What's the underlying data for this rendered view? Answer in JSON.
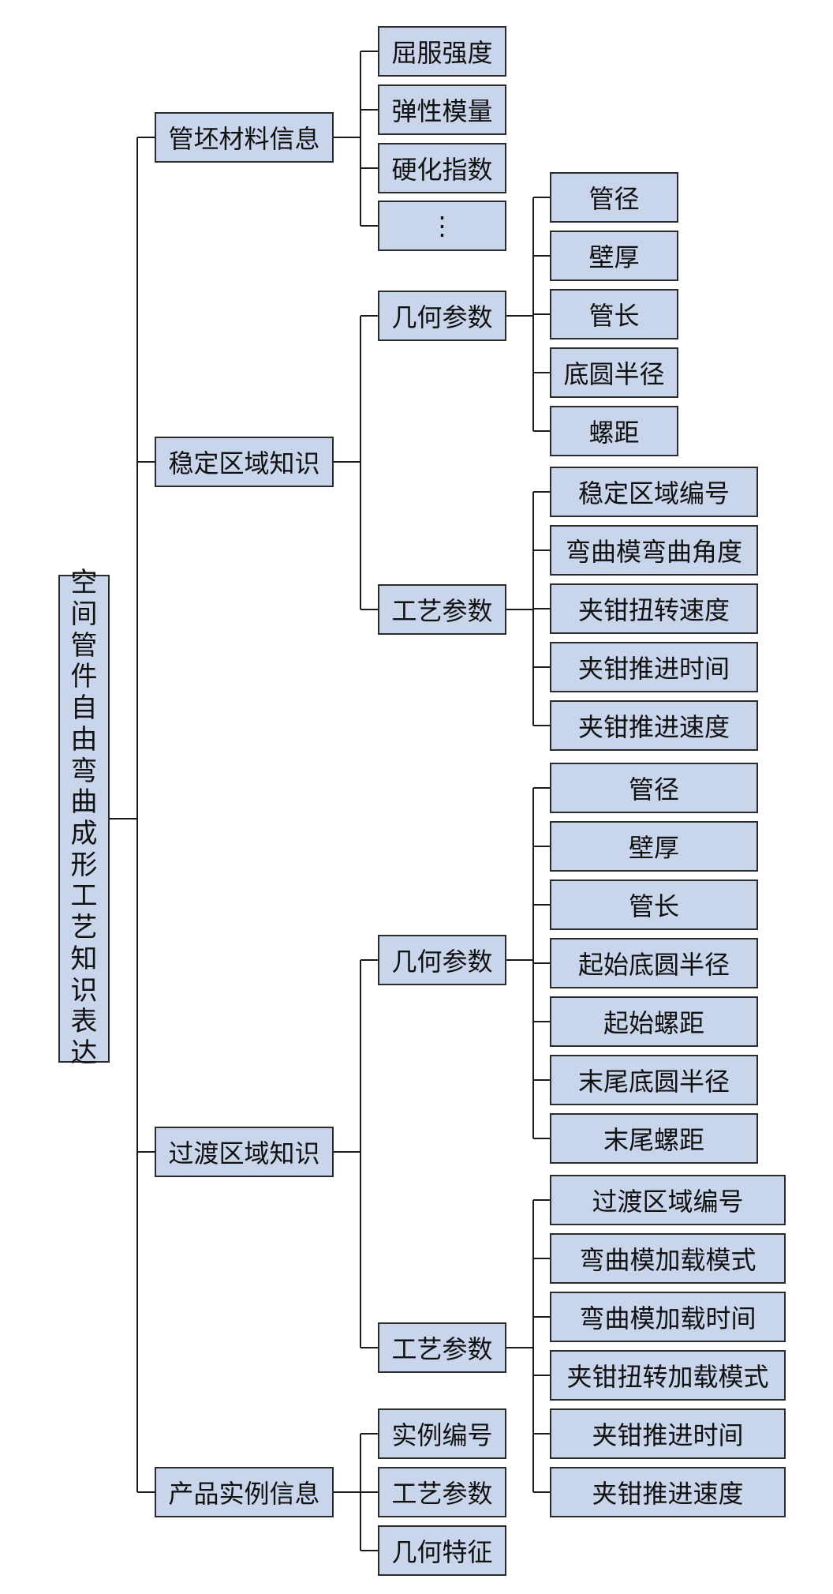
{
  "root": "空间管件自由弯曲成形工艺知识表达",
  "branches": {
    "material": {
      "label": "管坯材料信息",
      "items": [
        "屈服强度",
        "弹性模量",
        "硬化指数",
        "⋮"
      ]
    },
    "stable": {
      "label": "稳定区域知识",
      "geometry": {
        "label": "几何参数",
        "items": [
          "管径",
          "壁厚",
          "管长",
          "底圆半径",
          "螺距"
        ]
      },
      "process": {
        "label": "工艺参数",
        "items": [
          "稳定区域编号",
          "弯曲模弯曲角度",
          "夹钳扭转速度",
          "夹钳推进时间",
          "夹钳推进速度"
        ]
      }
    },
    "transition": {
      "label": "过渡区域知识",
      "geometry": {
        "label": "几何参数",
        "items": [
          "管径",
          "壁厚",
          "管长",
          "起始底圆半径",
          "起始螺距",
          "末尾底圆半径",
          "末尾螺距"
        ]
      },
      "process": {
        "label": "工艺参数",
        "items": [
          "过渡区域编号",
          "弯曲模加载模式",
          "弯曲模加载时间",
          "夹钳扭转加载模式",
          "夹钳推进时间",
          "夹钳推进速度"
        ]
      }
    },
    "product": {
      "label": "产品实例信息",
      "items": [
        "实例编号",
        "工艺参数",
        "几何特征"
      ]
    }
  }
}
